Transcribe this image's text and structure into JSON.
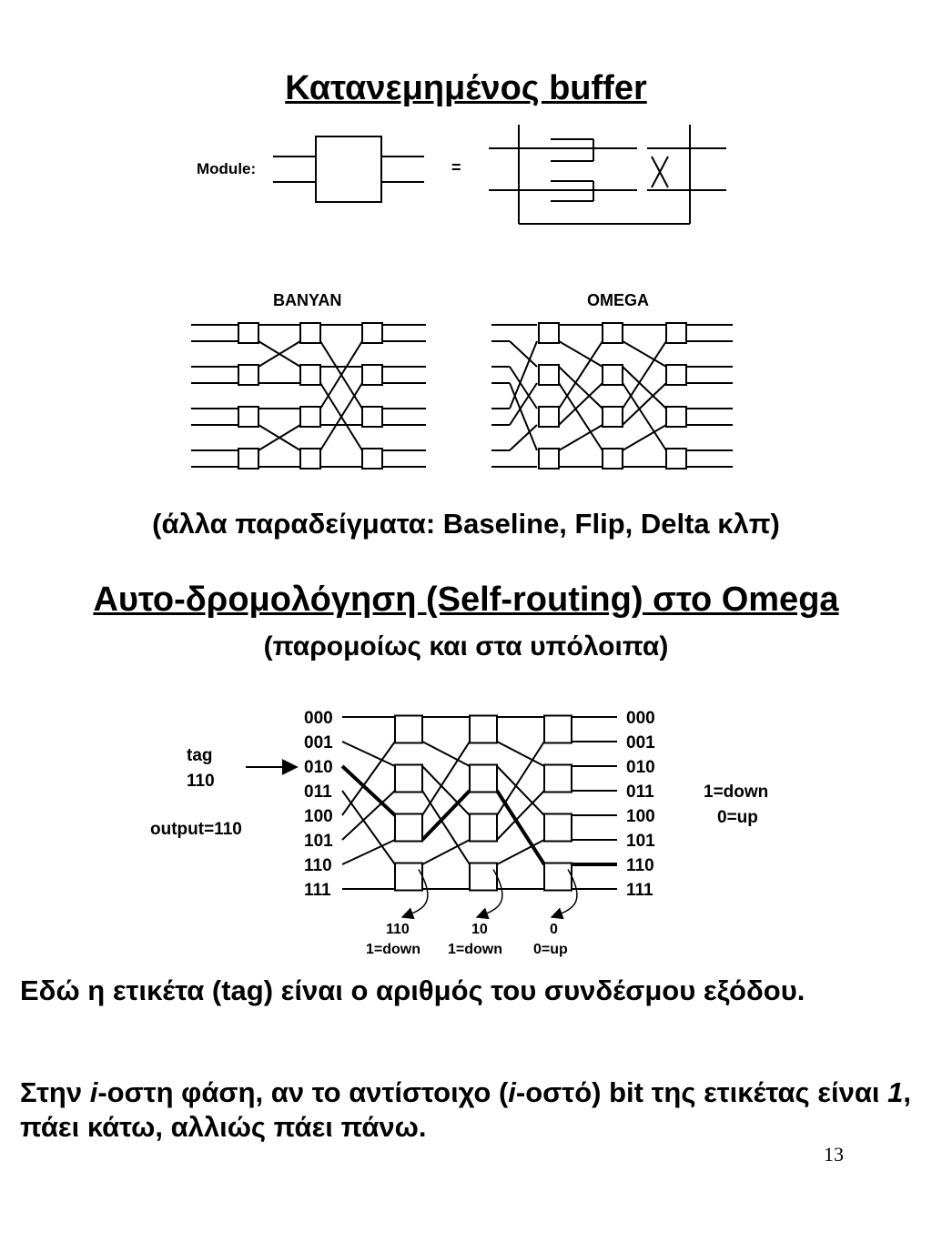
{
  "title_buffer": "Κατανεμημένος buffer",
  "module_diagram": {
    "module_label": "Module:",
    "equals": "="
  },
  "networks": {
    "banyan_label": "BANYAN",
    "omega_label": "OMEGA"
  },
  "examples_text": "(άλλα παραδείγματα: Baseline, Flip, Delta κλπ)",
  "title_selfrouting": "Αυτο-δρομολόγηση (Self-routing) στο Omega",
  "subtitle_selfrouting": "(παρομοίως και στα υπόλοιπα)",
  "routing": {
    "tag_label": "tag",
    "tag_value": "110",
    "output_label": "output=110",
    "input_ports": [
      "000",
      "001",
      "010",
      "011",
      "100",
      "101",
      "110",
      "111"
    ],
    "output_ports": [
      "000",
      "001",
      "010",
      "011",
      "100",
      "101",
      "110",
      "111"
    ],
    "legend_down": "1=down",
    "legend_up": "0=up",
    "stage_bits": [
      "110",
      "10",
      "0"
    ],
    "stage_actions": [
      "1=down",
      "1=down",
      "0=up"
    ]
  },
  "paragraph1": "Εδώ η ετικέτα (tag) είναι ο αριθμός του συνδέσμου εξόδου.",
  "paragraph2": {
    "p1": "Στην ",
    "i1": "i",
    "p2": "-οστη φάση, αν το αντίστοιχο (",
    "i2": "i",
    "p3": "-οστό) bit της ετικέτας είναι ",
    "i3": "1",
    "p4": ", πάει κάτω, αλλιώς πάει πάνω."
  },
  "page_number": "13"
}
